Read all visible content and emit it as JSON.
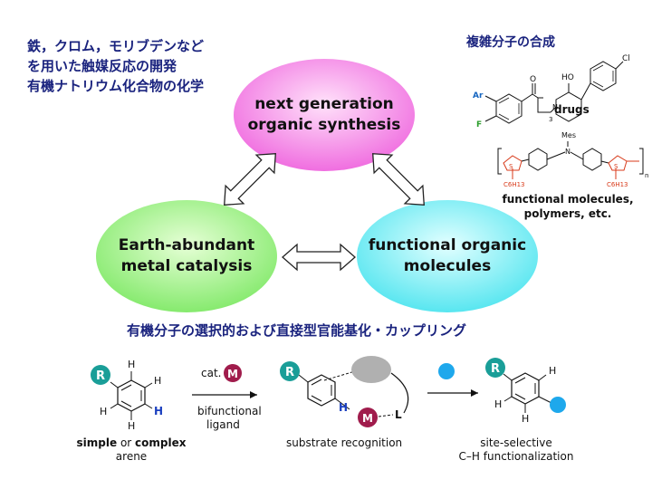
{
  "top_left_lines": [
    "鉄，クロム，モリブデンなど",
    "を用いた触媒反応の開発",
    "有機ナトリウム化合物の化学"
  ],
  "top_right_title": "複雑分子の合成",
  "center": {
    "top": [
      "next generation",
      "organic synthesis"
    ],
    "left": [
      "Earth-abundant",
      "metal catalysis"
    ],
    "right": [
      "functional organic",
      "molecules"
    ]
  },
  "right_panel": {
    "drugs_label": "drugs",
    "func_label_1": "functional molecules,",
    "func_label_2": "polymers, etc.",
    "atoms": {
      "ho": "HO",
      "cl": "Cl",
      "n": "N",
      "ar": "Ar",
      "f": "F",
      "o": "O",
      "sub3": "3",
      "mes": "Mes",
      "n2": "N",
      "s": "S",
      "c6h13": "C6H13",
      "n_sub": "n"
    }
  },
  "bottom_title": "有機分子の選択的および直接型官能基化・カップリング",
  "scheme": {
    "R": "R",
    "H": "H",
    "M": "M",
    "L": "L",
    "cat": "cat.",
    "bifunctional": "bifunctional",
    "ligand": "ligand",
    "simple": "simple",
    "or": " or ",
    "complex": "complex",
    "arene": "arene",
    "recognition": "substrate recognition",
    "site_selective": "site-selective",
    "ch_func": "C–H functionalization"
  },
  "colors": {
    "teal": "#1a9e98",
    "maroon": "#a01c4c",
    "blue_dot": "#1ea8ec",
    "gray": "#b0b0b0",
    "pink": "#f06ee0",
    "green": "#86ea6e",
    "cyan": "#58e6f0",
    "jp_blue": "#1a237e",
    "red": "#d83a1a"
  }
}
